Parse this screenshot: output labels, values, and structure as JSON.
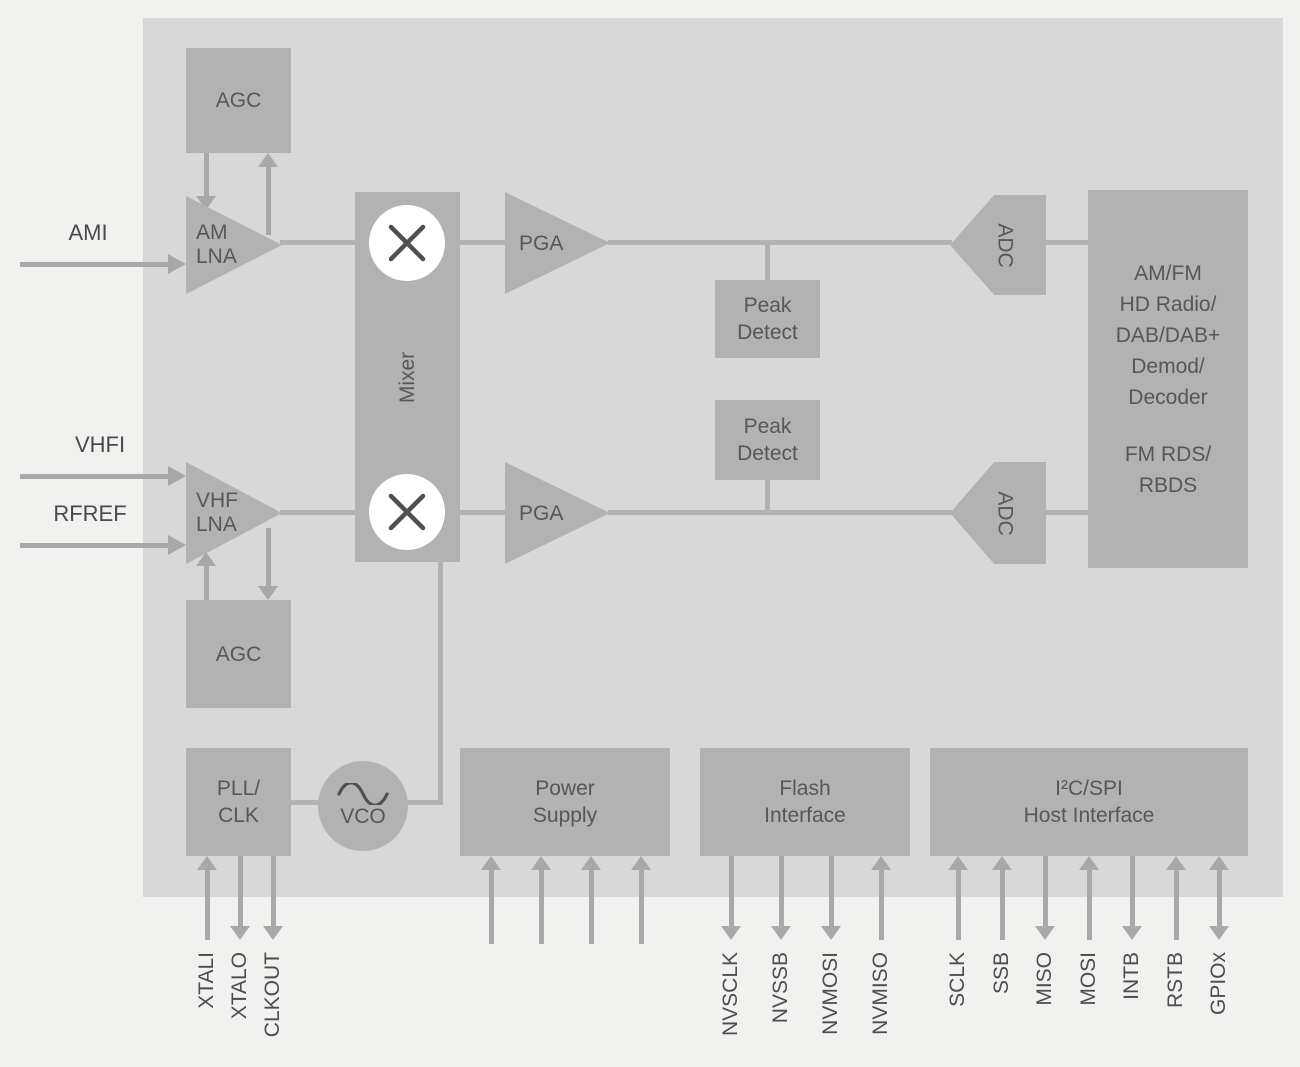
{
  "blocks": {
    "agc_top": {
      "label": "AGC"
    },
    "agc_bottom": {
      "label": "AGC"
    },
    "am_lna": {
      "lines": [
        "AM",
        "LNA"
      ]
    },
    "vhf_lna": {
      "lines": [
        "VHF",
        "LNA"
      ]
    },
    "mixer": {
      "label": "Mixer"
    },
    "pga_top": {
      "label": "PGA"
    },
    "pga_bottom": {
      "label": "PGA"
    },
    "peak_detect_top": {
      "lines": [
        "Peak",
        "Detect"
      ]
    },
    "peak_detect_bottom": {
      "lines": [
        "Peak",
        "Detect"
      ]
    },
    "adc_top": {
      "label": "ADC"
    },
    "adc_bottom": {
      "label": "ADC"
    },
    "demod": {
      "lines": [
        "AM/FM",
        "HD Radio/",
        "DAB/DAB+",
        "Demod/",
        "Decoder"
      ],
      "lines2": [
        "FM RDS/",
        "RBDS"
      ]
    },
    "pll_clk": {
      "lines": [
        "PLL/",
        "CLK"
      ]
    },
    "vco": {
      "label": "VCO"
    },
    "power_supply": {
      "lines": [
        "Power",
        "Supply"
      ]
    },
    "flash_interface": {
      "lines": [
        "Flash",
        "Interface"
      ]
    },
    "host_interface": {
      "lines": [
        "I²C/SPI",
        "Host Interface"
      ]
    }
  },
  "inputs": {
    "ami": "AMI",
    "vhfi": "VHFI",
    "rfref": "RFREF"
  },
  "pins": {
    "xtali": "XTALI",
    "xtalo": "XTALO",
    "clkout": "CLKOUT",
    "nvsclk": "NVSCLK",
    "nvssb": "NVSSB",
    "nvmosi": "NVMOSI",
    "nvmiso": "NVMISO",
    "sclk": "SCLK",
    "ssb": "SSB",
    "miso": "MISO",
    "mosi": "MOSI",
    "intb": "INTB",
    "rstb": "RSTB",
    "gpiox": "GPIOx"
  },
  "colors": {
    "chip": "#d8d8d8",
    "block": "#b2b2b2",
    "text": "#575757",
    "arrow": "#a8a8a8"
  }
}
